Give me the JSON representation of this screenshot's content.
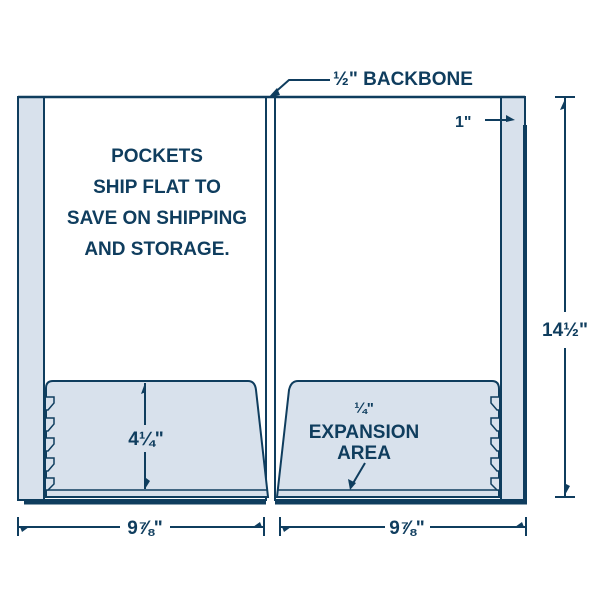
{
  "diagram": {
    "title": "Two-pocket presentation folder dimensions",
    "colors": {
      "stroke": "#0f3d5e",
      "fill_light": "#d8e1ec",
      "background": "#ffffff"
    },
    "labels": {
      "backbone": "½\" BACKBONE",
      "right_flap": "1\"",
      "height": "14½\"",
      "pocket_height": "4¼\"",
      "expansion_fraction": "¼\"",
      "expansion_line1": "EXPANSION",
      "expansion_line2": "AREA",
      "left_width": "9⅞\"",
      "right_width": "9⅞\""
    },
    "message": {
      "line1": "POCKETS",
      "line2": "SHIP FLAT TO",
      "line3": "SAVE ON SHIPPING",
      "line4": "AND STORAGE."
    }
  }
}
